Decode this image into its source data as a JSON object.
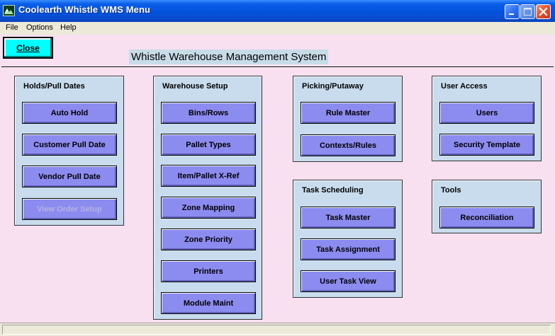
{
  "window": {
    "title": "Coolearth Whistle WMS Menu"
  },
  "menu": [
    "File",
    "Options",
    "Help"
  ],
  "toolbar": {
    "close_label": "Close"
  },
  "system_title": "Whistle Warehouse Management System",
  "groups": {
    "holds": {
      "title": "Holds/Pull Dates",
      "buttons": [
        "Auto Hold",
        "Customer Pull Date",
        "Vendor Pull Date",
        "View Order Setup"
      ]
    },
    "warehouse": {
      "title": "Warehouse Setup",
      "buttons": [
        "Bins/Rows",
        "Pallet Types",
        "Item/Pallet X-Ref",
        "Zone Mapping",
        "Zone Priority",
        "Printers",
        "Module Maint"
      ]
    },
    "picking": {
      "title": "Picking/Putaway",
      "buttons": [
        "Rule Master",
        "Contexts/Rules"
      ]
    },
    "task": {
      "title": "Task Scheduling",
      "buttons": [
        "Task Master",
        "Task Assignment",
        "User Task View"
      ]
    },
    "user_access": {
      "title": "User Access",
      "buttons": [
        "Users",
        "Security Template"
      ]
    },
    "tools": {
      "title": "Tools",
      "buttons": [
        "Reconciliation"
      ]
    }
  },
  "colors": {
    "titlebar": "#0453dc",
    "client_bg": "#f8e0f0",
    "group_bg": "#c8dced",
    "button_bg": "#8b8bf0",
    "close_button_bg": "#00ffff"
  }
}
